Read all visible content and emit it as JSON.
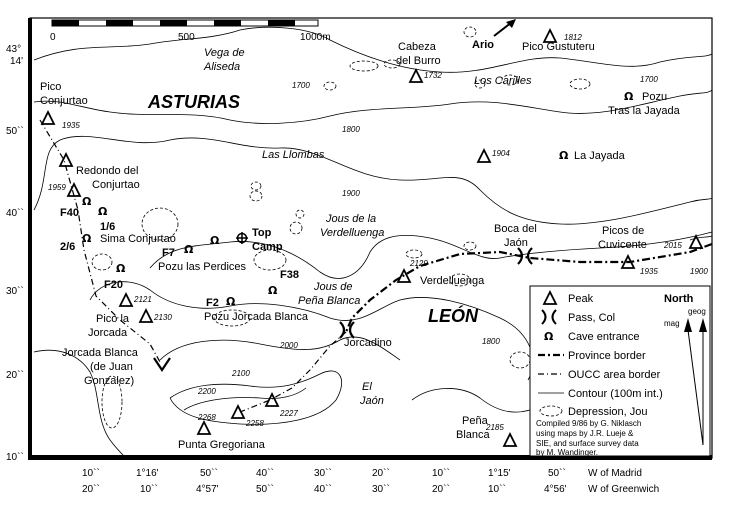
{
  "scale": {
    "labels": [
      "0",
      "500",
      "1000m"
    ]
  },
  "regions": {
    "asturias": "ASTURIAS",
    "leon": "LEÓN"
  },
  "areas": {
    "vega": [
      "Vega de",
      "Aliseda"
    ],
    "carilles": "Los Carilles",
    "llombas": "Las Llombas",
    "jous_verdelluenga": [
      "Jous de la",
      "Verdelluenga"
    ],
    "jous_pena": [
      "Jous de",
      "Peña Blanca"
    ],
    "el_jaon": [
      "El",
      "Jaón"
    ]
  },
  "peaks": {
    "conjurtao": [
      "Pico",
      "Conjurtao"
    ],
    "cabeza": [
      "Cabeza",
      "del Burro"
    ],
    "gustuteru": "Pico Gustuteru",
    "redondo": [
      "Redondo del",
      "Conjurtao"
    ],
    "cuvicente": [
      "Picos de",
      "Cuvicente"
    ],
    "boca": [
      "Boca del",
      "Jaón"
    ],
    "verdelluenga": "Verdelluenga",
    "jorcada": [
      "Pico la",
      "Jorcada"
    ],
    "jorcadino": "Jorcadino",
    "jorcada_blanca": [
      "Jorcada Blanca",
      "(de Juan",
      "Gonzalez)"
    ],
    "gregoriana": "Punta Gregoriana",
    "pena_blanca": [
      "Peña",
      "Blanca"
    ]
  },
  "caves": {
    "ario": "Ario",
    "pozu_tras": [
      "Pozu",
      "Tras la Jayada"
    ],
    "jayada": "La Jayada",
    "sima": "Sima Conjurtao",
    "perdices": "Pozu las Perdices",
    "top_camp": [
      "Top",
      "Camp"
    ],
    "jorcada_blanca": "Pozu Jorcada Blanca",
    "codes": {
      "f40": "F40",
      "c16": "1/6",
      "c26": "2/6",
      "f7": "F7",
      "f20": "F20",
      "f38": "F38",
      "f2": "F2"
    }
  },
  "elevations": {
    "e1935a": "1935",
    "e1732": "1732",
    "e1812": "1812",
    "e1904": "1904",
    "e1959": "1959",
    "e2121": "2121",
    "e2130": "2130",
    "e2129": "2129",
    "e2015": "2015",
    "e1935b": "1935",
    "e2268": "2268",
    "e2258": "2258",
    "e2227": "2227",
    "e2185": "2185"
  },
  "contours": {
    "c1700a": "1700",
    "c1700b": "1700",
    "c1800a": "1800",
    "c1800b": "1800",
    "c1900a": "1900",
    "c1900b": "1900",
    "c2000": "2000",
    "c2100": "2100",
    "c2200": "2200"
  },
  "legend": {
    "peak": "Peak",
    "pass": "Pass, Col",
    "cave": "Cave entrance",
    "province": "Province border",
    "oucc": "OUCC area border",
    "contour": "Contour (100m int.)",
    "depression": "Depression, Jou",
    "credit": [
      "Compiled 9/86 by G. Niklasch",
      "using maps by J.R. Lueje &",
      "SIE, and surface survey data",
      "by M. Wandinger."
    ],
    "north": "North",
    "geog": "geog",
    "mag": "mag"
  },
  "lat_ticks": {
    "t43": "43°",
    "t14": "14'",
    "t50": "50``",
    "t40": "40``",
    "t30": "30``",
    "t20": "20``",
    "t10": "10``"
  },
  "lon_madrid": [
    "10``",
    "1°16'",
    "50``",
    "40``",
    "30``",
    "20``",
    "10``",
    "1°15'",
    "50``"
  ],
  "lon_greenwich": [
    "20``",
    "10``",
    "4°57'",
    "50``",
    "40``",
    "30``",
    "20``",
    "10``",
    "4°56'"
  ],
  "lon_labels": {
    "madrid": "W of Madrid",
    "greenwich": "W of Greenwich"
  }
}
